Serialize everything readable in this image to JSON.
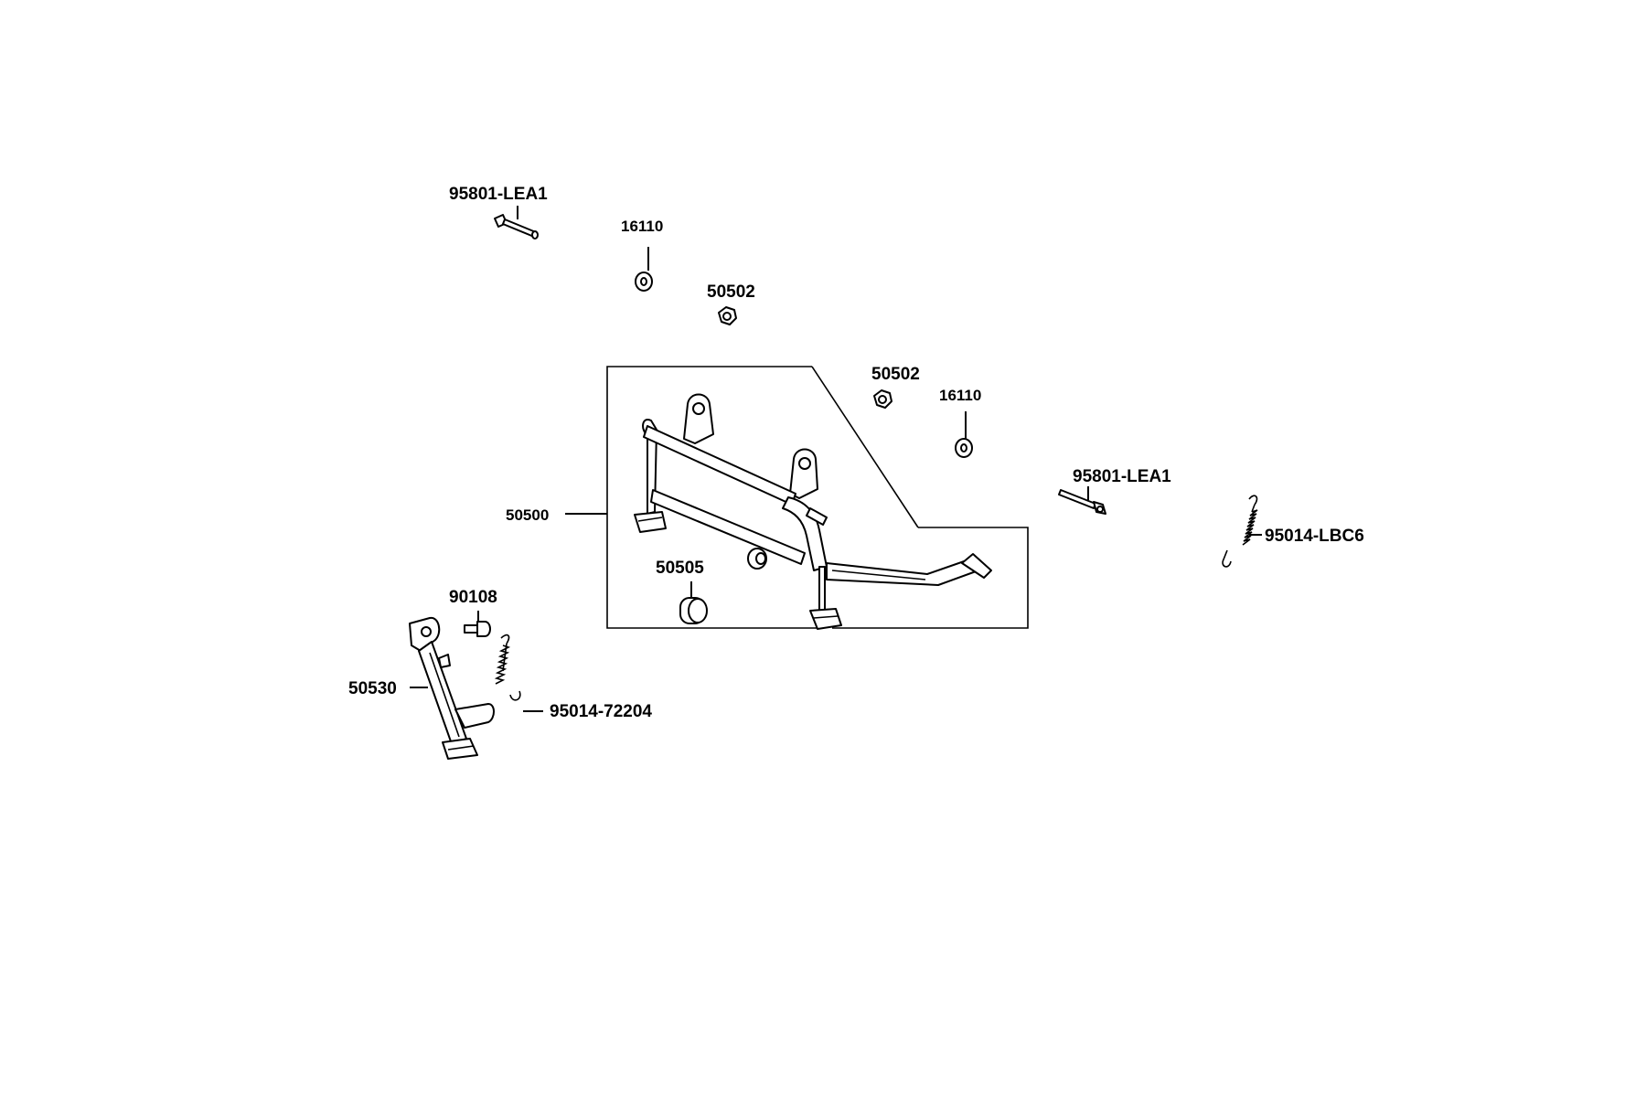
{
  "diagram": {
    "labels": {
      "bolt_top": "95801-LEA1",
      "washer_top": "16110",
      "nut_top": "50502",
      "nut_right": "50502",
      "washer_right": "16110",
      "bolt_right": "95801-LEA1",
      "spring_right": "95014-LBC6",
      "main_stand": "50500",
      "stopper_rubber": "50505",
      "pin": "90108",
      "side_stand": "50530",
      "spring_side": "95014-72204"
    }
  }
}
